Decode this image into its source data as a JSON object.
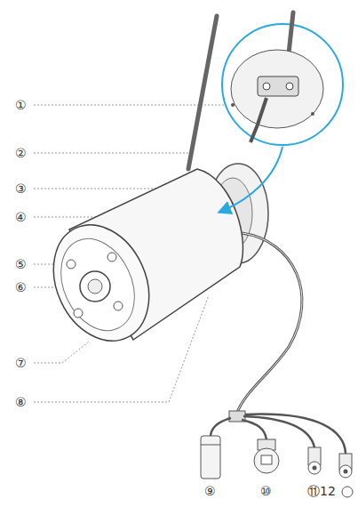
{
  "diagram": {
    "labels": [
      "①",
      "②",
      "③",
      "④",
      "⑤",
      "⑥",
      "⑦",
      "⑧",
      "⑨",
      "⑩",
      "⑪12"
    ]
  }
}
